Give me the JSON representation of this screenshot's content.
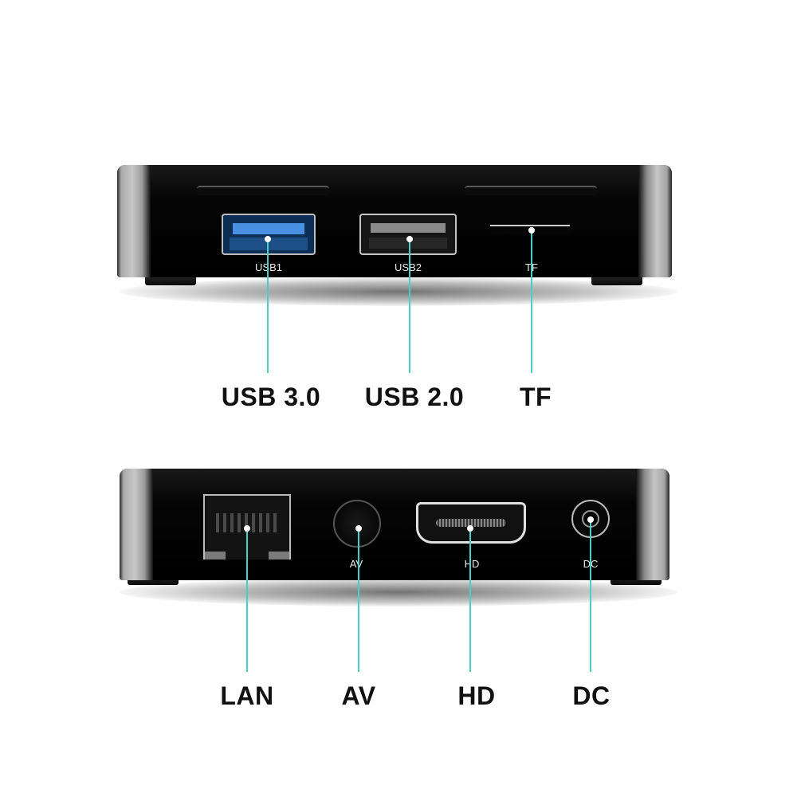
{
  "top_panel": {
    "ports": [
      {
        "id": "usb1",
        "printed_label": "USB1",
        "callout": "USB 3.0"
      },
      {
        "id": "usb2",
        "printed_label": "USB2",
        "callout": "USB 2.0"
      },
      {
        "id": "tf",
        "printed_label": "TF",
        "callout": "TF"
      }
    ]
  },
  "bottom_panel": {
    "ports": [
      {
        "id": "lan",
        "printed_label": "",
        "callout": "LAN"
      },
      {
        "id": "av",
        "printed_label": "AV",
        "callout": "AV"
      },
      {
        "id": "hd",
        "printed_label": "HD",
        "callout": "HD"
      },
      {
        "id": "dc",
        "printed_label": "DC",
        "callout": "DC"
      }
    ]
  },
  "colors": {
    "leader_line": "#48cfc8",
    "device_body": "#030303",
    "usb3_blue": "#3a7fd0",
    "text": "#111111"
  }
}
